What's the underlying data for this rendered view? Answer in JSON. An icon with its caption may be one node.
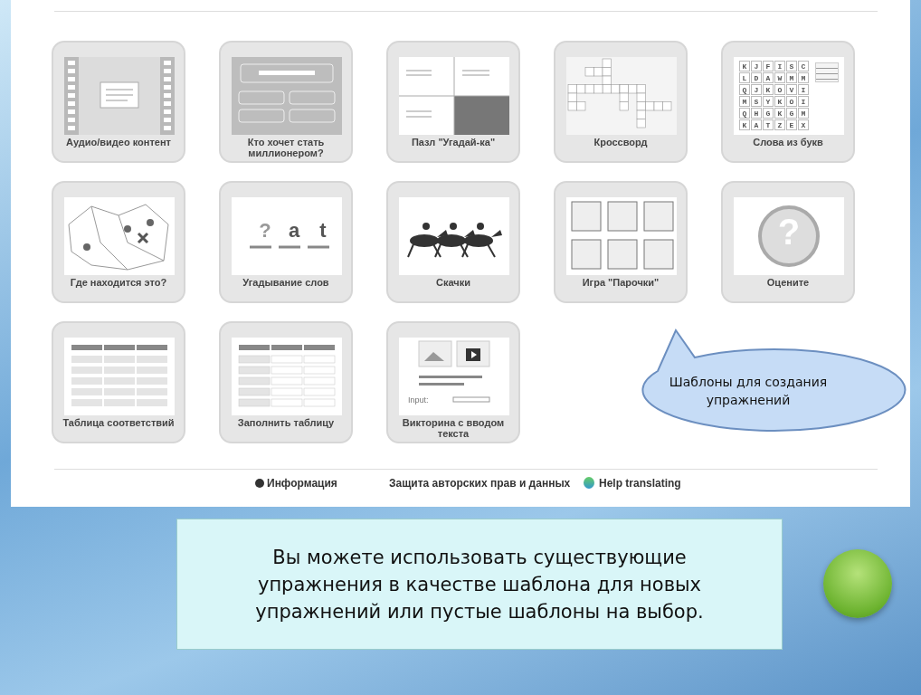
{
  "diagram": {
    "nodes": [
      {
        "text": [
          "Аудио/видео контент"
        ]
      },
      {
        "text": [
          "Кто хочет стать миллионером?"
        ]
      },
      {
        "text": [
          "Пазл \"Угадай-ка\""
        ]
      },
      {
        "text": [
          "Кроссворд"
        ]
      },
      {
        "text": [
          "Слова из букв"
        ]
      },
      {
        "text": [
          "Где находится это?"
        ]
      },
      {
        "text": [
          "Угадывание слов"
        ]
      },
      {
        "text": [
          "Скачки"
        ]
      },
      {
        "text": [
          "Игра \"Парочки\""
        ]
      },
      {
        "text": [
          "Оцените"
        ]
      },
      {
        "text": [
          "Таблица соответствий"
        ]
      },
      {
        "text": [
          "Заполнить таблицу"
        ]
      },
      {
        "text": [
          "Викторина с вводом текста"
        ]
      },
      {
        "text": [
          "Шаблоны для создания упражнений"
        ]
      },
      {
        "text": [
          "Вы можете использовать существующие упражнения в качестве шаблона для новых упражнений или пустые шаблоны на выбор."
        ]
      },
      {
        "text": [],
        "shape": "circle"
      }
    ],
    "edges": [],
    "labels": [
      "K",
      "J",
      "F",
      "I",
      "S",
      "C",
      "L",
      "D",
      "A",
      "W",
      "M",
      "M",
      "Q",
      "J",
      "K",
      "O",
      "V",
      "I",
      "M",
      "S",
      "Y",
      "K",
      "O",
      "I",
      "Q",
      "H",
      "G",
      "K",
      "G",
      "M",
      "K",
      "A",
      "T",
      "Z",
      "E",
      "X",
      "?",
      "a",
      "t",
      "?",
      "Input:",
      "Информация",
      "Защита авторских прав и данных",
      "Help translating"
    ]
  }
}
